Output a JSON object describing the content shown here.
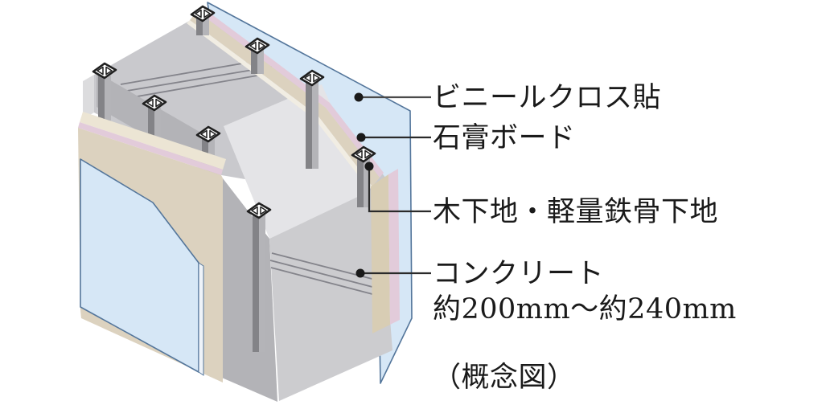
{
  "figure": {
    "kind": "wall-construction-cutaway-diagram",
    "labels": [
      {
        "id": "vinyl_cloth",
        "text": "ビニールクロス貼"
      },
      {
        "id": "gypsum_board",
        "text": "石膏ボード"
      },
      {
        "id": "stud_base",
        "text": "木下地・軽量鉄骨下地"
      },
      {
        "id": "concrete",
        "text": "コンクリート"
      },
      {
        "id": "concrete_thickness",
        "text": "約200mm〜約240mm"
      }
    ],
    "caption": "（概念図）",
    "colors": {
      "bg": "#ffffff",
      "text": "#1a1a1a",
      "vinyl_fill": "#d6e7f6",
      "vinyl_stroke": "#54769b",
      "vinyl_edge": "#eef3f9",
      "gypsum_face": "#dcd2bf",
      "gypsum_top": "#ece5d4",
      "gypsum_back": "#e2cbda",
      "gypsum_ridge": "#f1ede3",
      "gypsum_end": "#d8cdb4",
      "stud_light": "#b4b4b8",
      "stud_dark": "#838387",
      "stud_cap_line": "#1f1f1f",
      "concrete_top": "#c9c9cd",
      "concrete_riser": "#e4e4e7",
      "concrete_side": "#b3b3b7",
      "concrete_end": "#cccccf",
      "concrete_sliver": "#dcdcde",
      "rebar": "#84848b",
      "leader": "#2a2a2a",
      "leader_light": "#4a4a4a",
      "dot": "#1a1a1a"
    }
  }
}
